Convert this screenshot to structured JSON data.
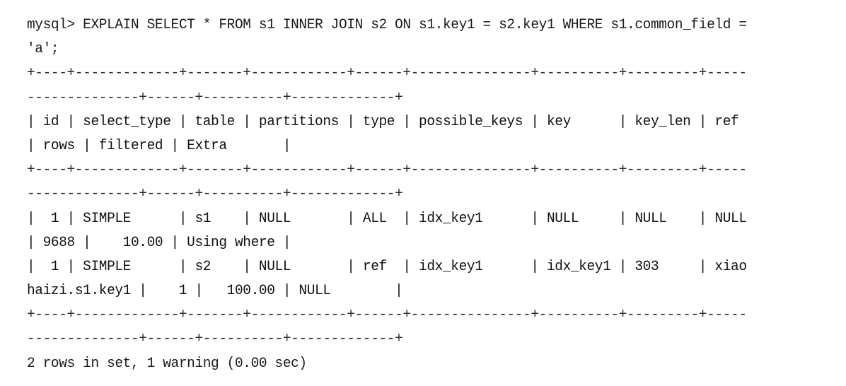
{
  "terminal": {
    "lines": [
      {
        "kind": "command",
        "text": "mysql> EXPLAIN SELECT * FROM s1 INNER JOIN s2 ON s1.key1 = s2.key1 WHERE s1.common_field ="
      },
      {
        "kind": "command",
        "text": "'a';"
      },
      {
        "kind": "border",
        "text": "+----+-------------+-------+------------+------+---------------+----------+---------+-----"
      },
      {
        "kind": "border",
        "text": "--------------+------+----------+-------------+"
      },
      {
        "kind": "row",
        "text": "| id | select_type | table | partitions | type | possible_keys | key      | key_len | ref"
      },
      {
        "kind": "row",
        "text": "| rows | filtered | Extra       |"
      },
      {
        "kind": "border",
        "text": "+----+-------------+-------+------------+------+---------------+----------+---------+-----"
      },
      {
        "kind": "border",
        "text": "--------------+------+----------+-------------+"
      },
      {
        "kind": "row",
        "text": "|  1 | SIMPLE      | s1    | NULL       | ALL  | idx_key1      | NULL     | NULL    | NULL"
      },
      {
        "kind": "row",
        "text": "| 9688 |    10.00 | Using where |"
      },
      {
        "kind": "row",
        "text": "|  1 | SIMPLE      | s2    | NULL       | ref  | idx_key1      | idx_key1 | 303     | xiao"
      },
      {
        "kind": "row",
        "text": "haizi.s1.key1 |    1 |   100.00 | NULL        |"
      },
      {
        "kind": "border",
        "text": "+----+-------------+-------+------------+------+---------------+----------+---------+-----"
      },
      {
        "kind": "border",
        "text": "--------------+------+----------+-------------+"
      },
      {
        "kind": "status",
        "text": "2 rows in set, 1 warning (0.00 sec)"
      }
    ]
  }
}
